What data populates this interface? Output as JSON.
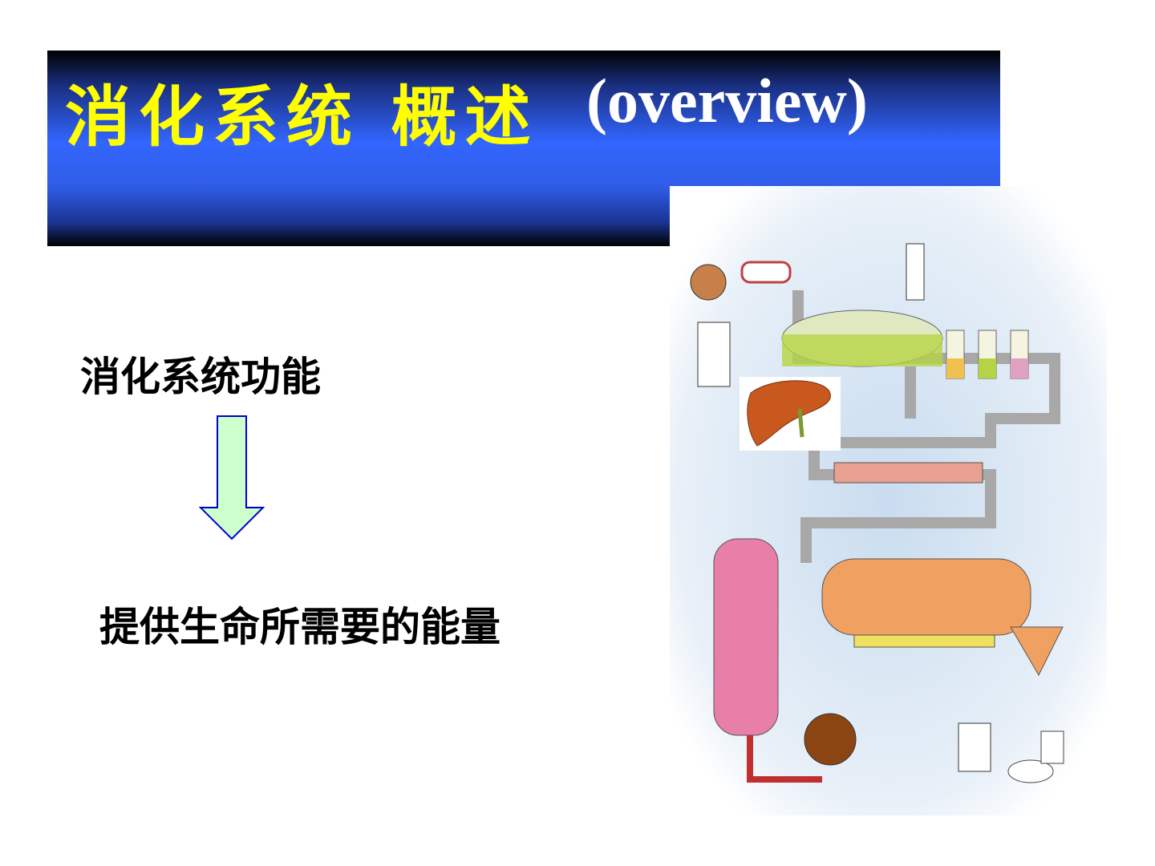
{
  "title": {
    "chinese": "消化系统 概述",
    "english": "(overview)"
  },
  "body": {
    "function_label": "消化系统功能",
    "result_label": "提供生命所需要的能量"
  },
  "colors": {
    "title_cn": "#ffff00",
    "title_en": "#ffffff",
    "title_bg": "#3366ff",
    "arrow_fill": "#ccffcc",
    "arrow_stroke": "#0000cc"
  }
}
